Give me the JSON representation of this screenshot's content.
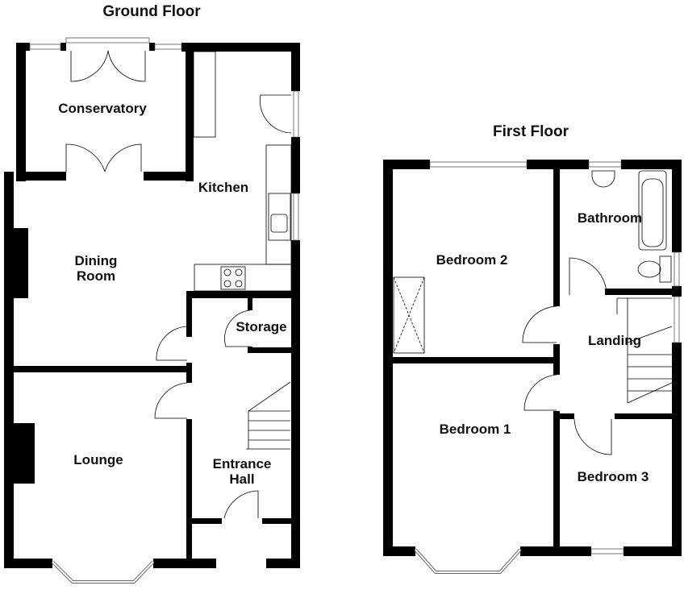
{
  "floors": {
    "ground": {
      "title": "Ground Floor",
      "rooms": {
        "conservatory": "Conservatory",
        "kitchen": "Kitchen",
        "dining_1": "Dining",
        "dining_2": "Room",
        "storage": "Storage",
        "lounge": "Lounge",
        "hall_1": "Entrance",
        "hall_2": "Hall"
      }
    },
    "first": {
      "title": "First Floor",
      "rooms": {
        "bedroom2": "Bedroom 2",
        "bathroom": "Bathroom",
        "landing": "Landing",
        "bedroom1": "Bedroom 1",
        "bedroom3": "Bedroom 3"
      }
    }
  }
}
